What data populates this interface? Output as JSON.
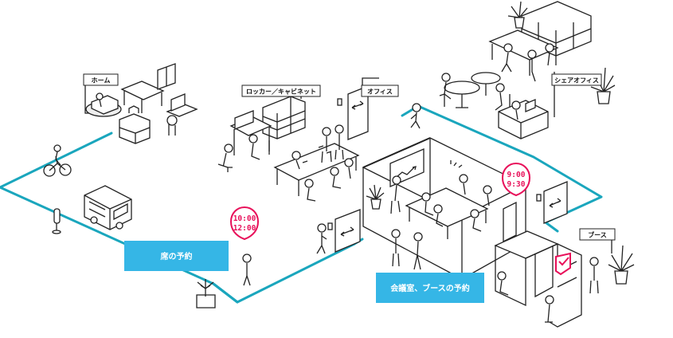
{
  "areas": {
    "home": "ホーム",
    "locker": "ロッカー／キャビネット",
    "office": "オフィス",
    "shared_office": "シェアオフィス",
    "booth": "ブース"
  },
  "captions": {
    "seat_reservation": "席の予約",
    "room_booth_reservation": "会議室、ブースの予約"
  },
  "time_pins": [
    {
      "start": "10:00",
      "end": "12:00"
    },
    {
      "start": "9:00",
      "end": "9:30"
    }
  ],
  "colors": {
    "route": "#1aa6bd",
    "caption_bg": "#35b6e6",
    "pin": "#e8105a",
    "ink": "#222222"
  }
}
